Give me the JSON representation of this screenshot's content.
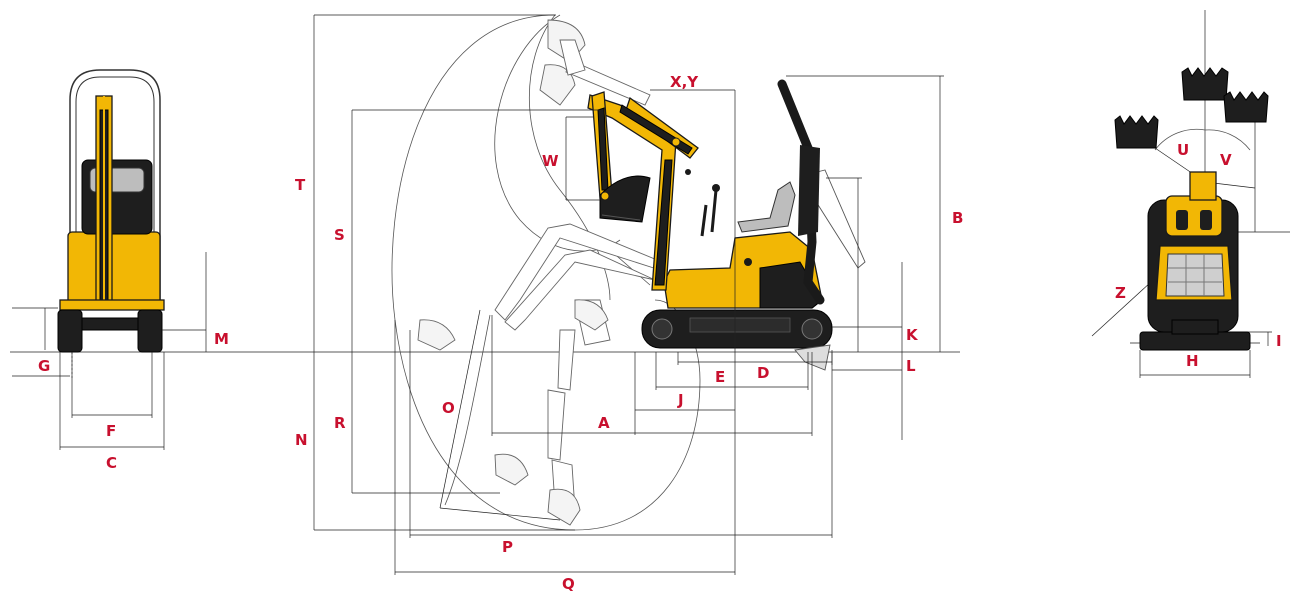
{
  "diagram": {
    "colors": {
      "label": "#c8102e",
      "machine_body": "#f2b705",
      "track": "#1e1e1e",
      "line": "#222222"
    },
    "views": [
      "front-view",
      "side-view",
      "rear-view"
    ],
    "labels": {
      "A": "A",
      "B": "B",
      "C": "C",
      "D": "D",
      "E": "E",
      "F": "F",
      "G": "G",
      "H": "H",
      "I": "I",
      "J": "J",
      "K": "K",
      "L": "L",
      "M": "M",
      "N": "N",
      "O": "O",
      "P": "P",
      "Q": "Q",
      "R": "R",
      "S": "S",
      "T": "T",
      "U": "U",
      "V": "V",
      "W": "W",
      "XY": "X,Y",
      "Z": "Z"
    }
  }
}
